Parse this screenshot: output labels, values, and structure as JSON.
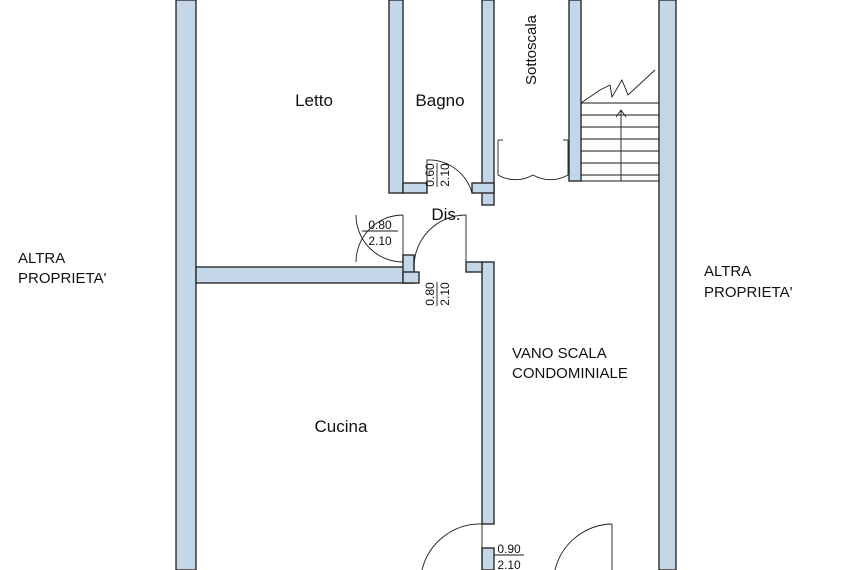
{
  "labels": {
    "letto": "Letto",
    "bagno": "Bagno",
    "sottoscala": "Sottoscala",
    "dis": "Dis.",
    "cucina": "Cucina",
    "vano_scala_1": "VANO SCALA",
    "vano_scala_2": "CONDOMINIALE",
    "altra_left_1": "ALTRA",
    "altra_left_2": "PROPRIETA'",
    "altra_right_1": "ALTRA",
    "altra_right_2": "PROPRIETA'"
  },
  "doors": {
    "letto_w": "0.80",
    "letto_h": "2.10",
    "bagno_w": "0.60",
    "bagno_h": "2.10",
    "cucina_w": "0.80",
    "cucina_h": "2.10",
    "ingresso_w": "0.90",
    "ingresso_h": "2.10"
  },
  "colors": {
    "wall_fill": "#c3d7e9",
    "wall_stroke": "#2b2b2b"
  }
}
